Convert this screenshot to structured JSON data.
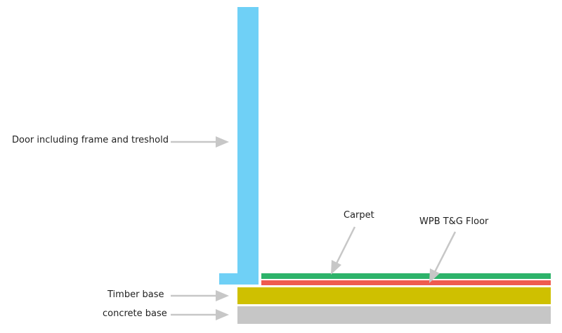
{
  "labels": {
    "door": "Door including frame and treshold",
    "carpet": "Carpet",
    "floor": "WPB T&G Floor",
    "timber": "Timber base",
    "concrete": "concrete base"
  },
  "colors": {
    "door": "#6fd0f6",
    "carpet": "#2db36a",
    "floor": "#ef5b4f",
    "timber": "#cfc000",
    "concrete": "#c6c6c6",
    "arrow": "#c7c7c7",
    "text": "#222222"
  }
}
